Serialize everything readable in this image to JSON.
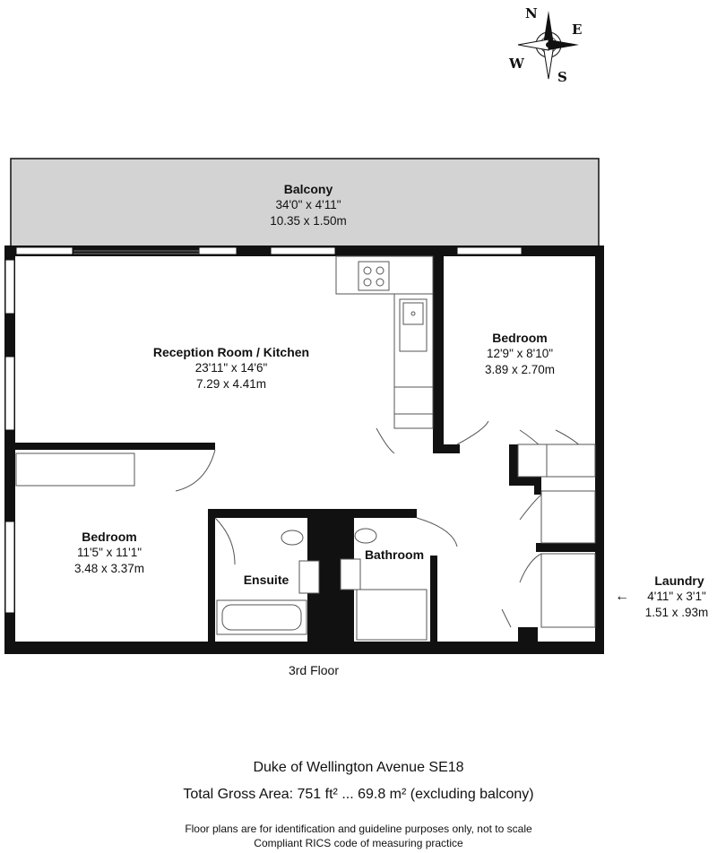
{
  "compass": {
    "n": "N",
    "e": "E",
    "s": "S",
    "w": "W"
  },
  "rooms": {
    "balcony": {
      "name": "Balcony",
      "imperial": "34'0\" x 4'11\"",
      "metric": "10.35 x 1.50m"
    },
    "reception": {
      "name": "Reception Room / Kitchen",
      "imperial": "23'11\" x 14'6\"",
      "metric": "7.29 x 4.41m"
    },
    "bedroom1": {
      "name": "Bedroom",
      "imperial": "12'9\" x 8'10\"",
      "metric": "3.89 x 2.70m"
    },
    "bedroom2": {
      "name": "Bedroom",
      "imperial": "11'5\" x 11'1\"",
      "metric": "3.48 x 3.37m"
    },
    "ensuite": {
      "name": "Ensuite"
    },
    "bathroom": {
      "name": "Bathroom"
    },
    "laundry": {
      "name": "Laundry",
      "imperial": "4'11\" x 3'1\"",
      "metric": "1.51 x .93m",
      "arrow": "←"
    }
  },
  "floor_label": "3rd Floor",
  "footer": {
    "address": "Duke of Wellington Avenue SE18",
    "area": "Total Gross Area: 751 ft² ... 69.8 m² (excluding balcony)",
    "disclaimer1": "Floor plans are for identification and guideline purposes only, not to scale",
    "disclaimer2": "Compliant RICS code of measuring practice"
  },
  "colors": {
    "wall": "#111111",
    "balcony_fill": "#d3d3d3",
    "fixture_stroke": "#555555"
  }
}
